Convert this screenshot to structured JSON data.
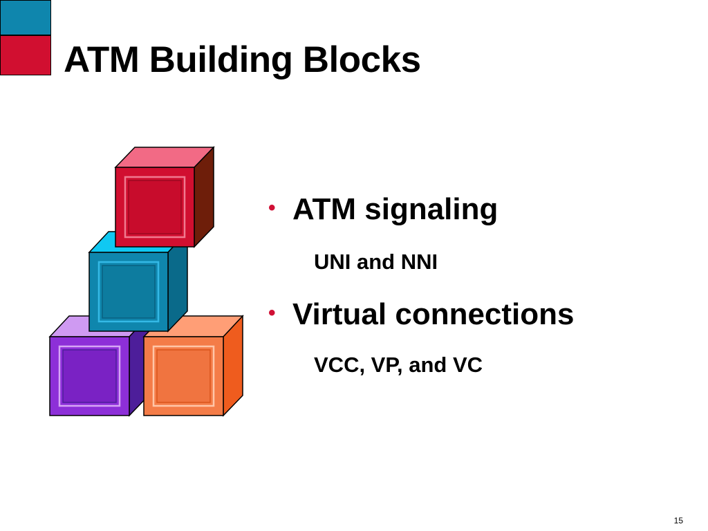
{
  "slide": {
    "title": "ATM Building Blocks",
    "page_number": "15"
  },
  "colors": {
    "corner_blue": "#0f86ad",
    "corner_red": "#d10f30",
    "bullet": "#d01035"
  },
  "bullets": [
    {
      "text": "ATM signaling",
      "sub": "UNI and NNI"
    },
    {
      "text": "Virtual connections",
      "sub": "VCC, VP, and VC"
    }
  ],
  "bullet_symbol": "•"
}
